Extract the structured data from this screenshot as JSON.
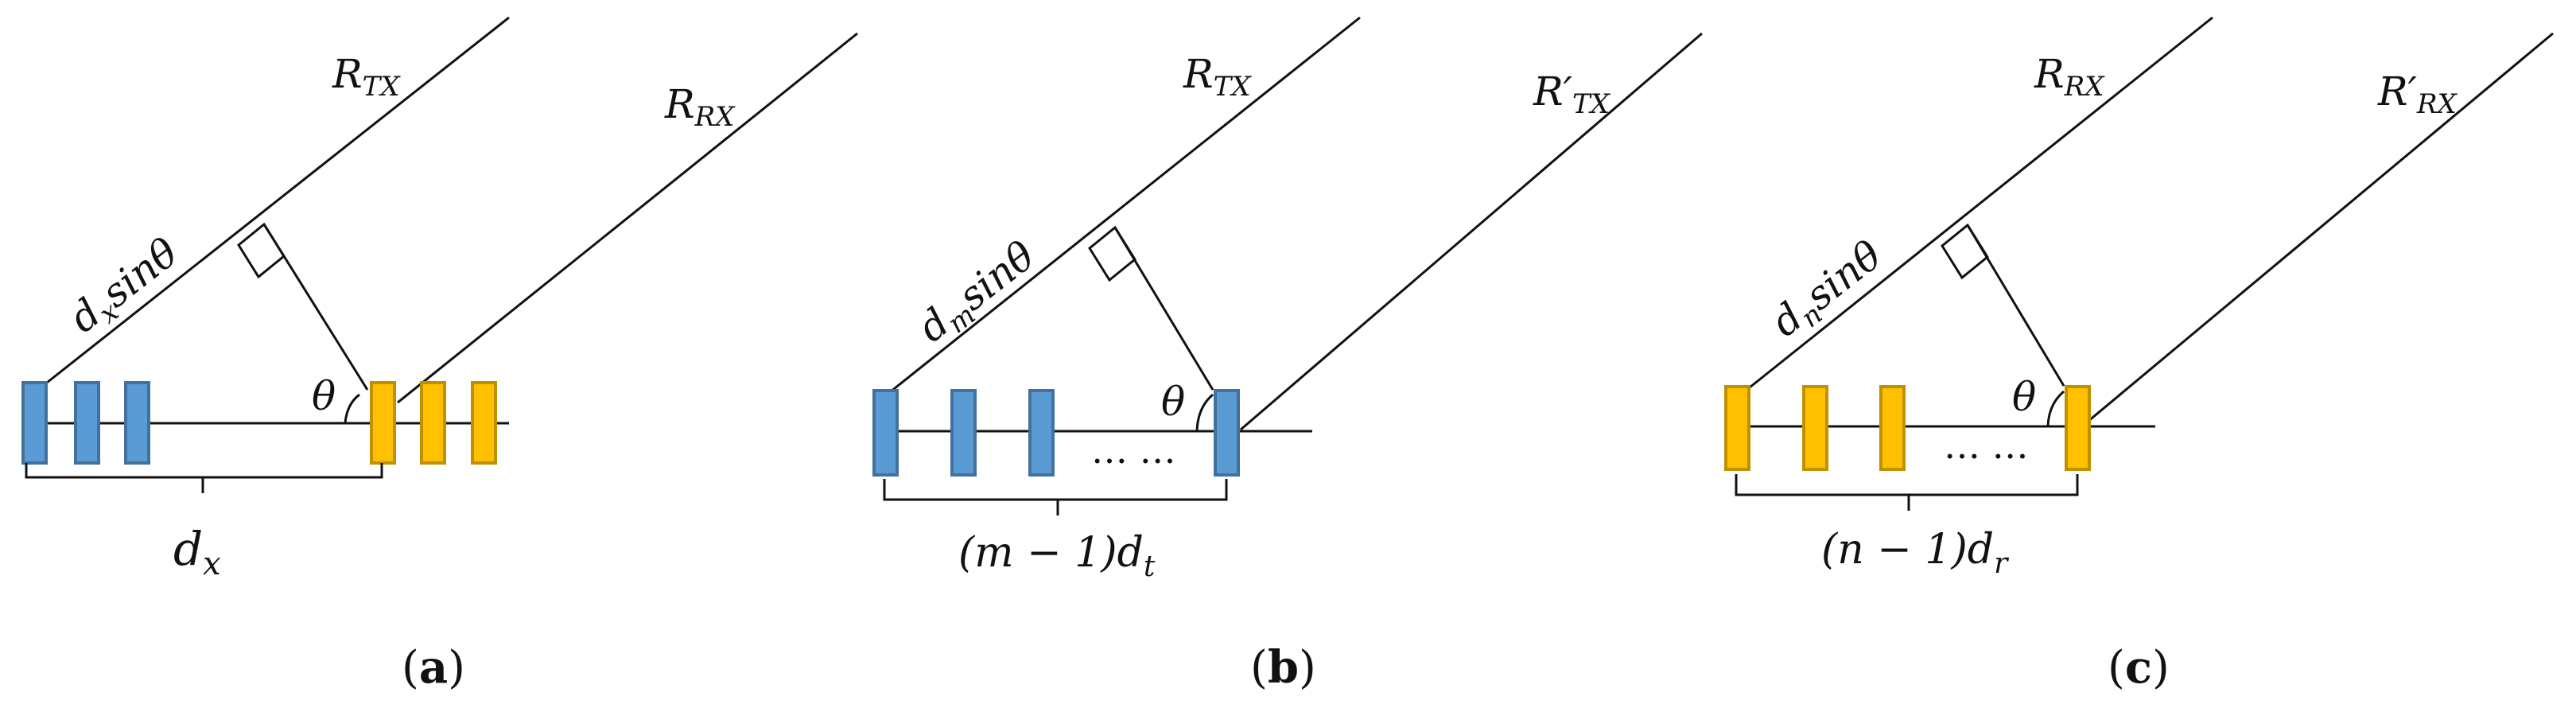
{
  "colors": {
    "tx_fill": "#5b9bd5",
    "tx_stroke": "#41719c",
    "rx_fill": "#ffc000",
    "rx_stroke": "#bf9000",
    "line": "#111111"
  },
  "panel_a": {
    "ray_tx": "R",
    "ray_tx_sub": "TX",
    "ray_rx": "R",
    "ray_rx_sub": "RX",
    "path_label_main": "d",
    "path_label_sub": "x",
    "path_label_rest": "sinθ",
    "angle": "θ",
    "spacing_main": "d",
    "spacing_sub": "x",
    "caption_open": "(",
    "caption_letter": "a",
    "caption_close": ")"
  },
  "panel_b": {
    "ray_tx": "R",
    "ray_tx_sub": "TX",
    "ray_tx2": "R′",
    "ray_tx2_sub": "TX",
    "path_label_main": "d",
    "path_label_sub": "m",
    "path_label_rest": "sinθ",
    "angle": "θ",
    "dots": "… …",
    "spacing_main": "(m − 1)d",
    "spacing_sub": "t",
    "caption_open": "(",
    "caption_letter": "b",
    "caption_close": ")"
  },
  "panel_c": {
    "ray_rx": "R",
    "ray_rx_sub": "RX",
    "ray_rx2": "R′",
    "ray_rx2_sub": "RX",
    "path_label_main": "d",
    "path_label_sub": "n",
    "path_label_rest": "sinθ",
    "angle": "θ",
    "dots": "… …",
    "spacing_main": "(n − 1)d",
    "spacing_sub": "r",
    "caption_open": "(",
    "caption_letter": "c",
    "caption_close": ")"
  }
}
